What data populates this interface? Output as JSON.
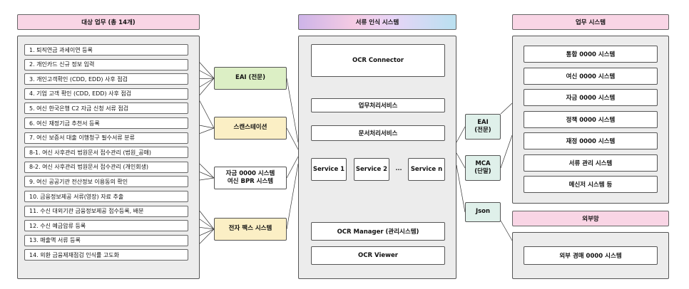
{
  "left_section": {
    "title": "대상 업무 (총 14개)",
    "tasks": [
      "1. 퇴직연금 과세이연 등록",
      "2. 개인카드 신규 정보 입력",
      "3. 개인고객확인 (CDD, EDD) 사후 점검",
      "4. 기업 고객 확인 (CDD, EDD) 사후 점검",
      "5. 여신 한국은행 C2 자금 신청 서류 점검",
      "6. 여신 재정기금 추천서 등록",
      "7. 여신 보증서 대출 이행청구 필수서류 분류",
      "8-1. 여신 사후관리 법원문서 접수관리 (법원_공매)",
      "8-2. 여신 사후관리 법원문서 접수관리 (개인회생)",
      "9. 여신 공공기관 전산정보 이용동의 확인",
      "10. 금융정보제공 서류(영장) 자료 추출",
      "11. 수신 대외기관 금융정보제공 접수등록, 배분",
      "12. 수신 예금압류 등록",
      "13. 매출액 서류 등록",
      "14. 외환 금융제재점검 인식률 고도화"
    ]
  },
  "channels": {
    "eai": "EAI (전문)",
    "scan": "스캔스테이션",
    "fund": "자금 0000 시스템\n여신 BPR 시스템",
    "fax": "전자 팩스 시스템"
  },
  "center_section": {
    "title": "서류 인식 시스템",
    "ocr_connector": "OCR Connector",
    "business_service": "업무처리서비스",
    "document_service": "문서처리서비스",
    "services": [
      "Service 1",
      "Service 2",
      "···",
      "Service n"
    ],
    "ocr_manager": "OCR Manager (관리시스템)",
    "ocr_viewer": "OCR Viewer"
  },
  "connectors": {
    "eai": "EAI\n(전문)",
    "mca": "MCA\n(단말)",
    "json": "Json"
  },
  "right_section": {
    "title": "업무 시스템",
    "systems": [
      "통합 0000 시스템",
      "여신 0000 시스템",
      "자금 0000 시스템",
      "정책 0000 시스템",
      "재정 0000 시스템",
      "서류 관리 시스템",
      "메신저 시스템 등"
    ],
    "external_title": "외부망",
    "external_system": "외부 경매 0000 시스템"
  }
}
